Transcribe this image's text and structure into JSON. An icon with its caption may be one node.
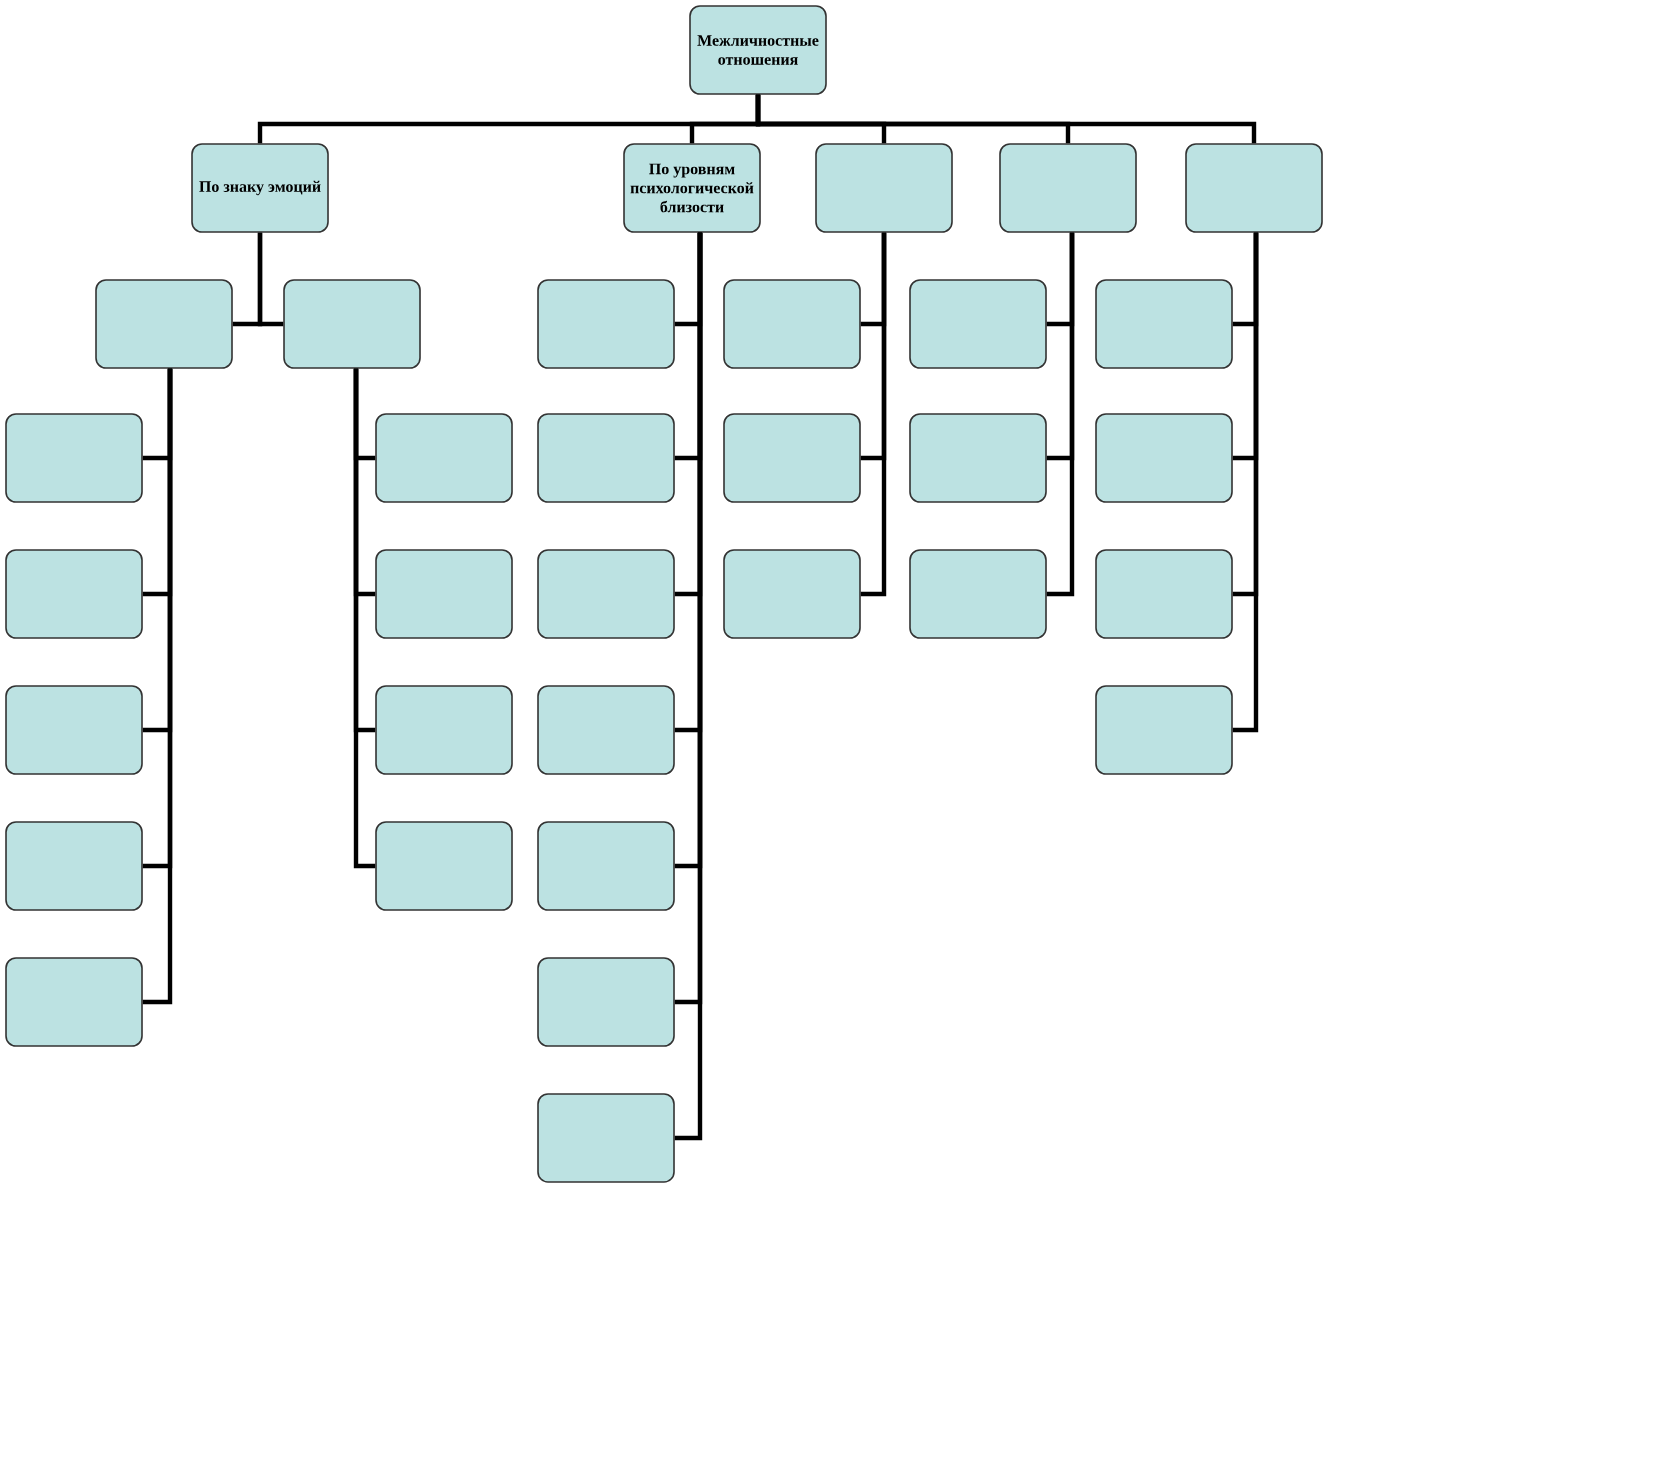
{
  "diagram": {
    "nodes": [
      {
        "text": [
          "Межличностные отношения"
        ]
      },
      {
        "text": [
          "По знаку эмоций"
        ]
      },
      {
        "text": [
          "По уровням психологической близости"
        ]
      },
      {
        "text": [],
        "shape": "box"
      },
      {
        "text": [],
        "shape": "box"
      },
      {
        "text": [],
        "shape": "box"
      },
      {
        "text": [],
        "shape": "box"
      },
      {
        "text": [],
        "shape": "box"
      },
      {
        "text": [],
        "shape": "box"
      },
      {
        "text": [],
        "shape": "box"
      },
      {
        "text": [],
        "shape": "box"
      },
      {
        "text": [],
        "shape": "box"
      },
      {
        "text": [],
        "shape": "box"
      },
      {
        "text": [],
        "shape": "box"
      },
      {
        "text": [],
        "shape": "box"
      },
      {
        "text": [],
        "shape": "box"
      },
      {
        "text": [],
        "shape": "box"
      },
      {
        "text": [],
        "shape": "box"
      },
      {
        "text": [],
        "shape": "box"
      },
      {
        "text": [],
        "shape": "box"
      },
      {
        "text": [],
        "shape": "box"
      },
      {
        "text": [],
        "shape": "box"
      },
      {
        "text": [],
        "shape": "box"
      },
      {
        "text": [],
        "shape": "box"
      },
      {
        "text": [],
        "shape": "box"
      },
      {
        "text": [],
        "shape": "box"
      },
      {
        "text": [],
        "shape": "box"
      },
      {
        "text": [],
        "shape": "box"
      },
      {
        "text": [],
        "shape": "box"
      },
      {
        "text": [],
        "shape": "box"
      },
      {
        "text": [],
        "shape": "box"
      },
      {
        "text": [],
        "shape": "box"
      },
      {
        "text": [],
        "shape": "box"
      },
      {
        "text": [],
        "shape": "box"
      }
    ],
    "edges": [
      {
        "from": 0,
        "to": 1,
        "arrow": "none"
      },
      {
        "from": 0,
        "to": 2,
        "arrow": "none"
      },
      {
        "from": 0,
        "to": 3,
        "arrow": "none"
      },
      {
        "from": 0,
        "to": 4,
        "arrow": "none"
      },
      {
        "from": 0,
        "to": 5,
        "arrow": "none"
      },
      {
        "from": 1,
        "to": 6,
        "arrow": "none"
      },
      {
        "from": 1,
        "to": 7,
        "arrow": "none"
      },
      {
        "from": 6,
        "to": 8,
        "arrow": "none"
      },
      {
        "from": 6,
        "to": 9,
        "arrow": "none"
      },
      {
        "from": 6,
        "to": 10,
        "arrow": "none"
      },
      {
        "from": 6,
        "to": 11,
        "arrow": "none"
      },
      {
        "from": 6,
        "to": 12,
        "arrow": "none"
      },
      {
        "from": 7,
        "to": 13,
        "arrow": "none"
      },
      {
        "from": 7,
        "to": 14,
        "arrow": "none"
      },
      {
        "from": 7,
        "to": 15,
        "arrow": "none"
      },
      {
        "from": 7,
        "to": 16,
        "arrow": "none"
      },
      {
        "from": 2,
        "to": 17,
        "arrow": "none"
      },
      {
        "from": 2,
        "to": 18,
        "arrow": "none"
      },
      {
        "from": 2,
        "to": 19,
        "arrow": "none"
      },
      {
        "from": 2,
        "to": 20,
        "arrow": "none"
      },
      {
        "from": 2,
        "to": 21,
        "arrow": "none"
      },
      {
        "from": 2,
        "to": 22,
        "arrow": "none"
      },
      {
        "from": 2,
        "to": 23,
        "arrow": "none"
      },
      {
        "from": 3,
        "to": 24,
        "arrow": "none"
      },
      {
        "from": 3,
        "to": 25,
        "arrow": "none"
      },
      {
        "from": 3,
        "to": 26,
        "arrow": "none"
      },
      {
        "from": 4,
        "to": 27,
        "arrow": "none"
      },
      {
        "from": 4,
        "to": 28,
        "arrow": "none"
      },
      {
        "from": 4,
        "to": 29,
        "arrow": "none"
      },
      {
        "from": 5,
        "to": 30,
        "arrow": "none"
      },
      {
        "from": 5,
        "to": 31,
        "arrow": "none"
      },
      {
        "from": 5,
        "to": 32,
        "arrow": "none"
      },
      {
        "from": 5,
        "to": 33,
        "arrow": "none"
      }
    ]
  }
}
